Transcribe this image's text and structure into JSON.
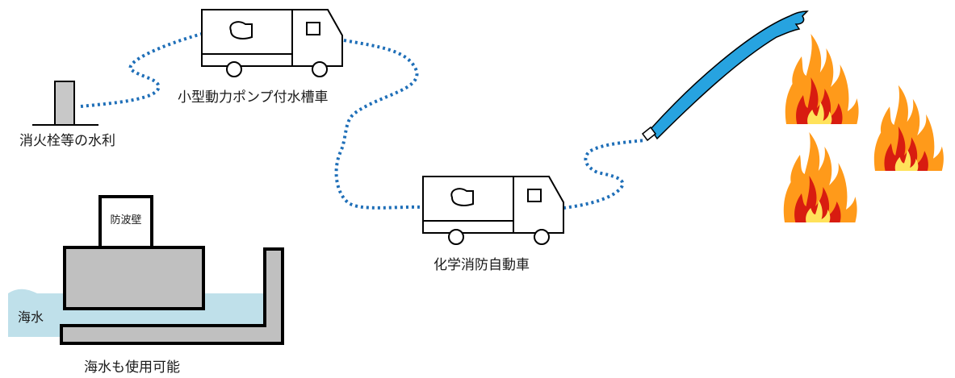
{
  "labels": {
    "small_pump_tank_truck": "小型動力ポンプ付水槽車",
    "hydrant_water_source": "消火栓等の水利",
    "chemical_fire_truck": "化学消防自動車",
    "breakwater": "防波壁",
    "seawater": "海水",
    "seawater_usable": "海水も使用可能"
  },
  "colors": {
    "hose": "#1f6fb8",
    "water_jet": "#27a3e0",
    "sea": "#bfe0ea",
    "wall": "#c0c0c0",
    "flame_outer": "#ff9a1a",
    "flame_inner": "#d81c10",
    "flame_core": "#ffe25a"
  },
  "icons": [
    "fire-hydrant-icon",
    "pump-truck-icon",
    "fire-truck-icon",
    "nozzle-icon",
    "flame-icon"
  ]
}
